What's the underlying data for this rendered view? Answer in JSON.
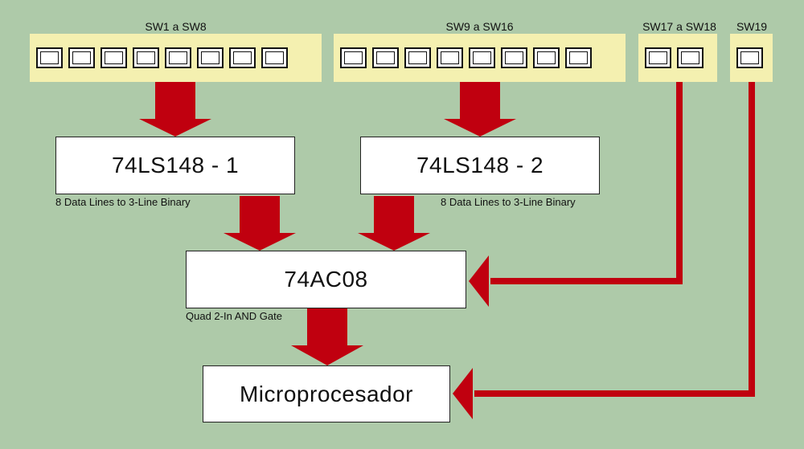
{
  "switch_groups": [
    {
      "label": "SW1 a SW8",
      "switch_count": 8
    },
    {
      "label": "SW9 a SW16",
      "switch_count": 8
    },
    {
      "label": "SW17 a SW18",
      "switch_count": 2
    },
    {
      "label": "SW19",
      "switch_count": 1
    }
  ],
  "chips": {
    "encoder1": {
      "name": "74LS148 - 1",
      "description": "8 Data Lines to 3-Line Binary"
    },
    "encoder2": {
      "name": "74LS148 - 2",
      "description": "8 Data Lines to 3-Line Binary"
    },
    "and_gate": {
      "name": "74AC08",
      "description": "Quad 2-In AND Gate"
    },
    "mcu": {
      "name": "Microprocesador"
    }
  },
  "colors": {
    "background": "#aecaa9",
    "switch_bar": "#f4f0b0",
    "arrow": "#c0000f"
  }
}
